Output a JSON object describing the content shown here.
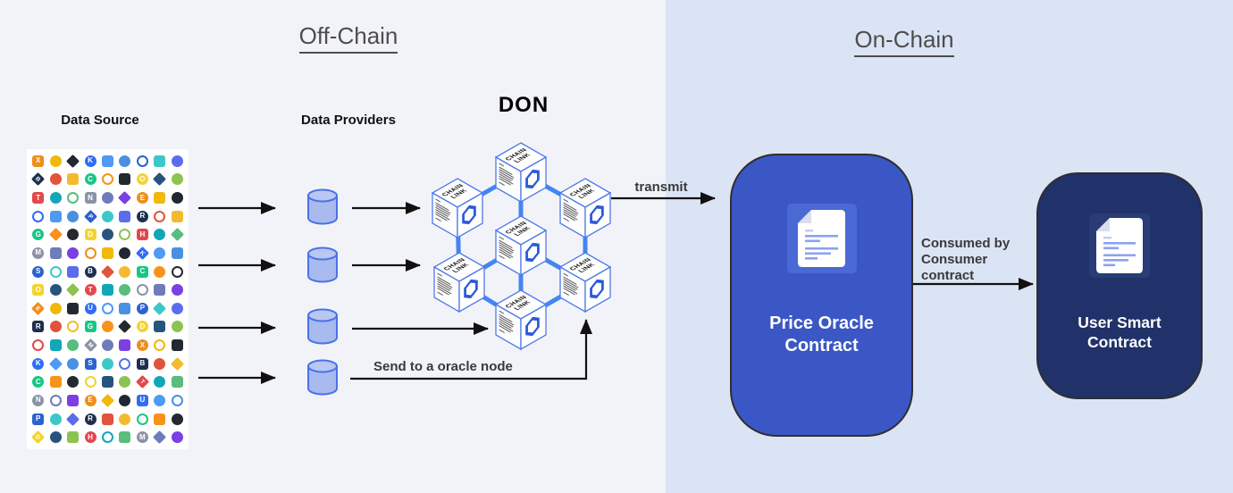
{
  "header": {
    "off_chain_title": "Off-Chain",
    "on_chain_title": "On-Chain"
  },
  "sections": {
    "data_source_label": "Data Source",
    "data_providers_label": "Data Providers",
    "don_label": "DON"
  },
  "don": {
    "cube_line1": "CHAIN",
    "cube_line2": "LINK",
    "node_count": 7,
    "provider_count": 4
  },
  "annotations": {
    "transmit": "transmit",
    "send_to_oracle": "Send to a oracle node",
    "consumed_by_lines": [
      "Consumed by",
      "Consumer",
      "contract"
    ]
  },
  "contracts": {
    "price_oracle": {
      "line1": "Price Oracle",
      "line2": "Contract"
    },
    "user_smart": {
      "line1": "User Smart",
      "line2": "Contract"
    }
  },
  "colors": {
    "off_chain_bg": "#f2f3f9",
    "on_chain_bg": "#dbe4f5",
    "lattice": "#4285f4",
    "cube_stroke": "#4f7ae8",
    "chainlink_logo": "#2a5ada",
    "cylinder_fill": "#a9baee",
    "cylinder_top": "#b9c7f3",
    "cylinder_stroke": "#4a72e8",
    "arrow": "#111111",
    "price_oracle_bg": "#3a57c5",
    "user_smart_bg": "#203269",
    "doc_paper": "#ffffff",
    "doc_lines": "#8ba2ef"
  },
  "icon_grid": {
    "rows": 16,
    "cols": 9,
    "palette": [
      "#f0b90b",
      "#23292f",
      "#2f6df6",
      "#26547c",
      "#4a90e2",
      "#e2484d",
      "#3cc8c8",
      "#58bd7d",
      "#1e2f4d",
      "#6f7cba",
      "#f3ba2f",
      "#ef8e19",
      "#f7931a",
      "#222831",
      "#f3d42f",
      "#4e9af5",
      "#8dc351",
      "#2b61d1",
      "#12a7b8",
      "#5b6dee",
      "#8a93a6",
      "#e0533d",
      "#7b3fe4",
      "#16c784"
    ],
    "letters": "XKSBCOTNEUPRGDHM"
  }
}
